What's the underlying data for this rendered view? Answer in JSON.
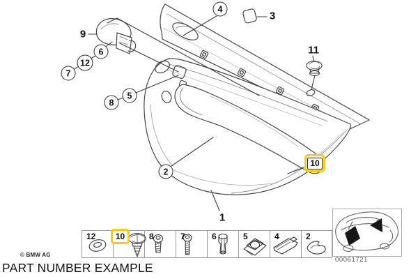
{
  "page": {
    "copyright": "© BMW AG",
    "caption": "PART NUMBER EXAMPLE"
  },
  "colors": {
    "highlight_yellow": "#ffcc00",
    "line_dark": "#3d3d3d"
  },
  "diagram": {
    "plain_callouts": [
      {
        "label": "9"
      },
      {
        "label": "3"
      },
      {
        "label": "11"
      },
      {
        "label": "1"
      }
    ],
    "circled_callouts": [
      {
        "label": "4"
      },
      {
        "label": "6"
      },
      {
        "label": "12"
      },
      {
        "label": "7"
      },
      {
        "label": "8"
      },
      {
        "label": "5"
      },
      {
        "label": "2"
      }
    ],
    "highlighted_callout": {
      "label": "10"
    }
  },
  "legend": {
    "cells": [
      {
        "number": "12",
        "part": "washer-grommet",
        "highlighted": false
      },
      {
        "number": "10",
        "part": "expanding-rivet",
        "highlighted": true
      },
      {
        "number": "8",
        "part": "short-screw",
        "highlighted": false
      },
      {
        "number": "7",
        "part": "long-screw",
        "highlighted": false
      },
      {
        "number": "6",
        "part": "expansion-plug",
        "highlighted": false
      },
      {
        "number": "5",
        "part": "spring-clip-nut",
        "highlighted": false
      },
      {
        "number": "4",
        "part": "trim-clip",
        "highlighted": false
      },
      {
        "number": "2",
        "part": "retainer-clip",
        "highlighted": false
      }
    ]
  },
  "vehicle_thumbnail": {
    "code": "00061721"
  }
}
